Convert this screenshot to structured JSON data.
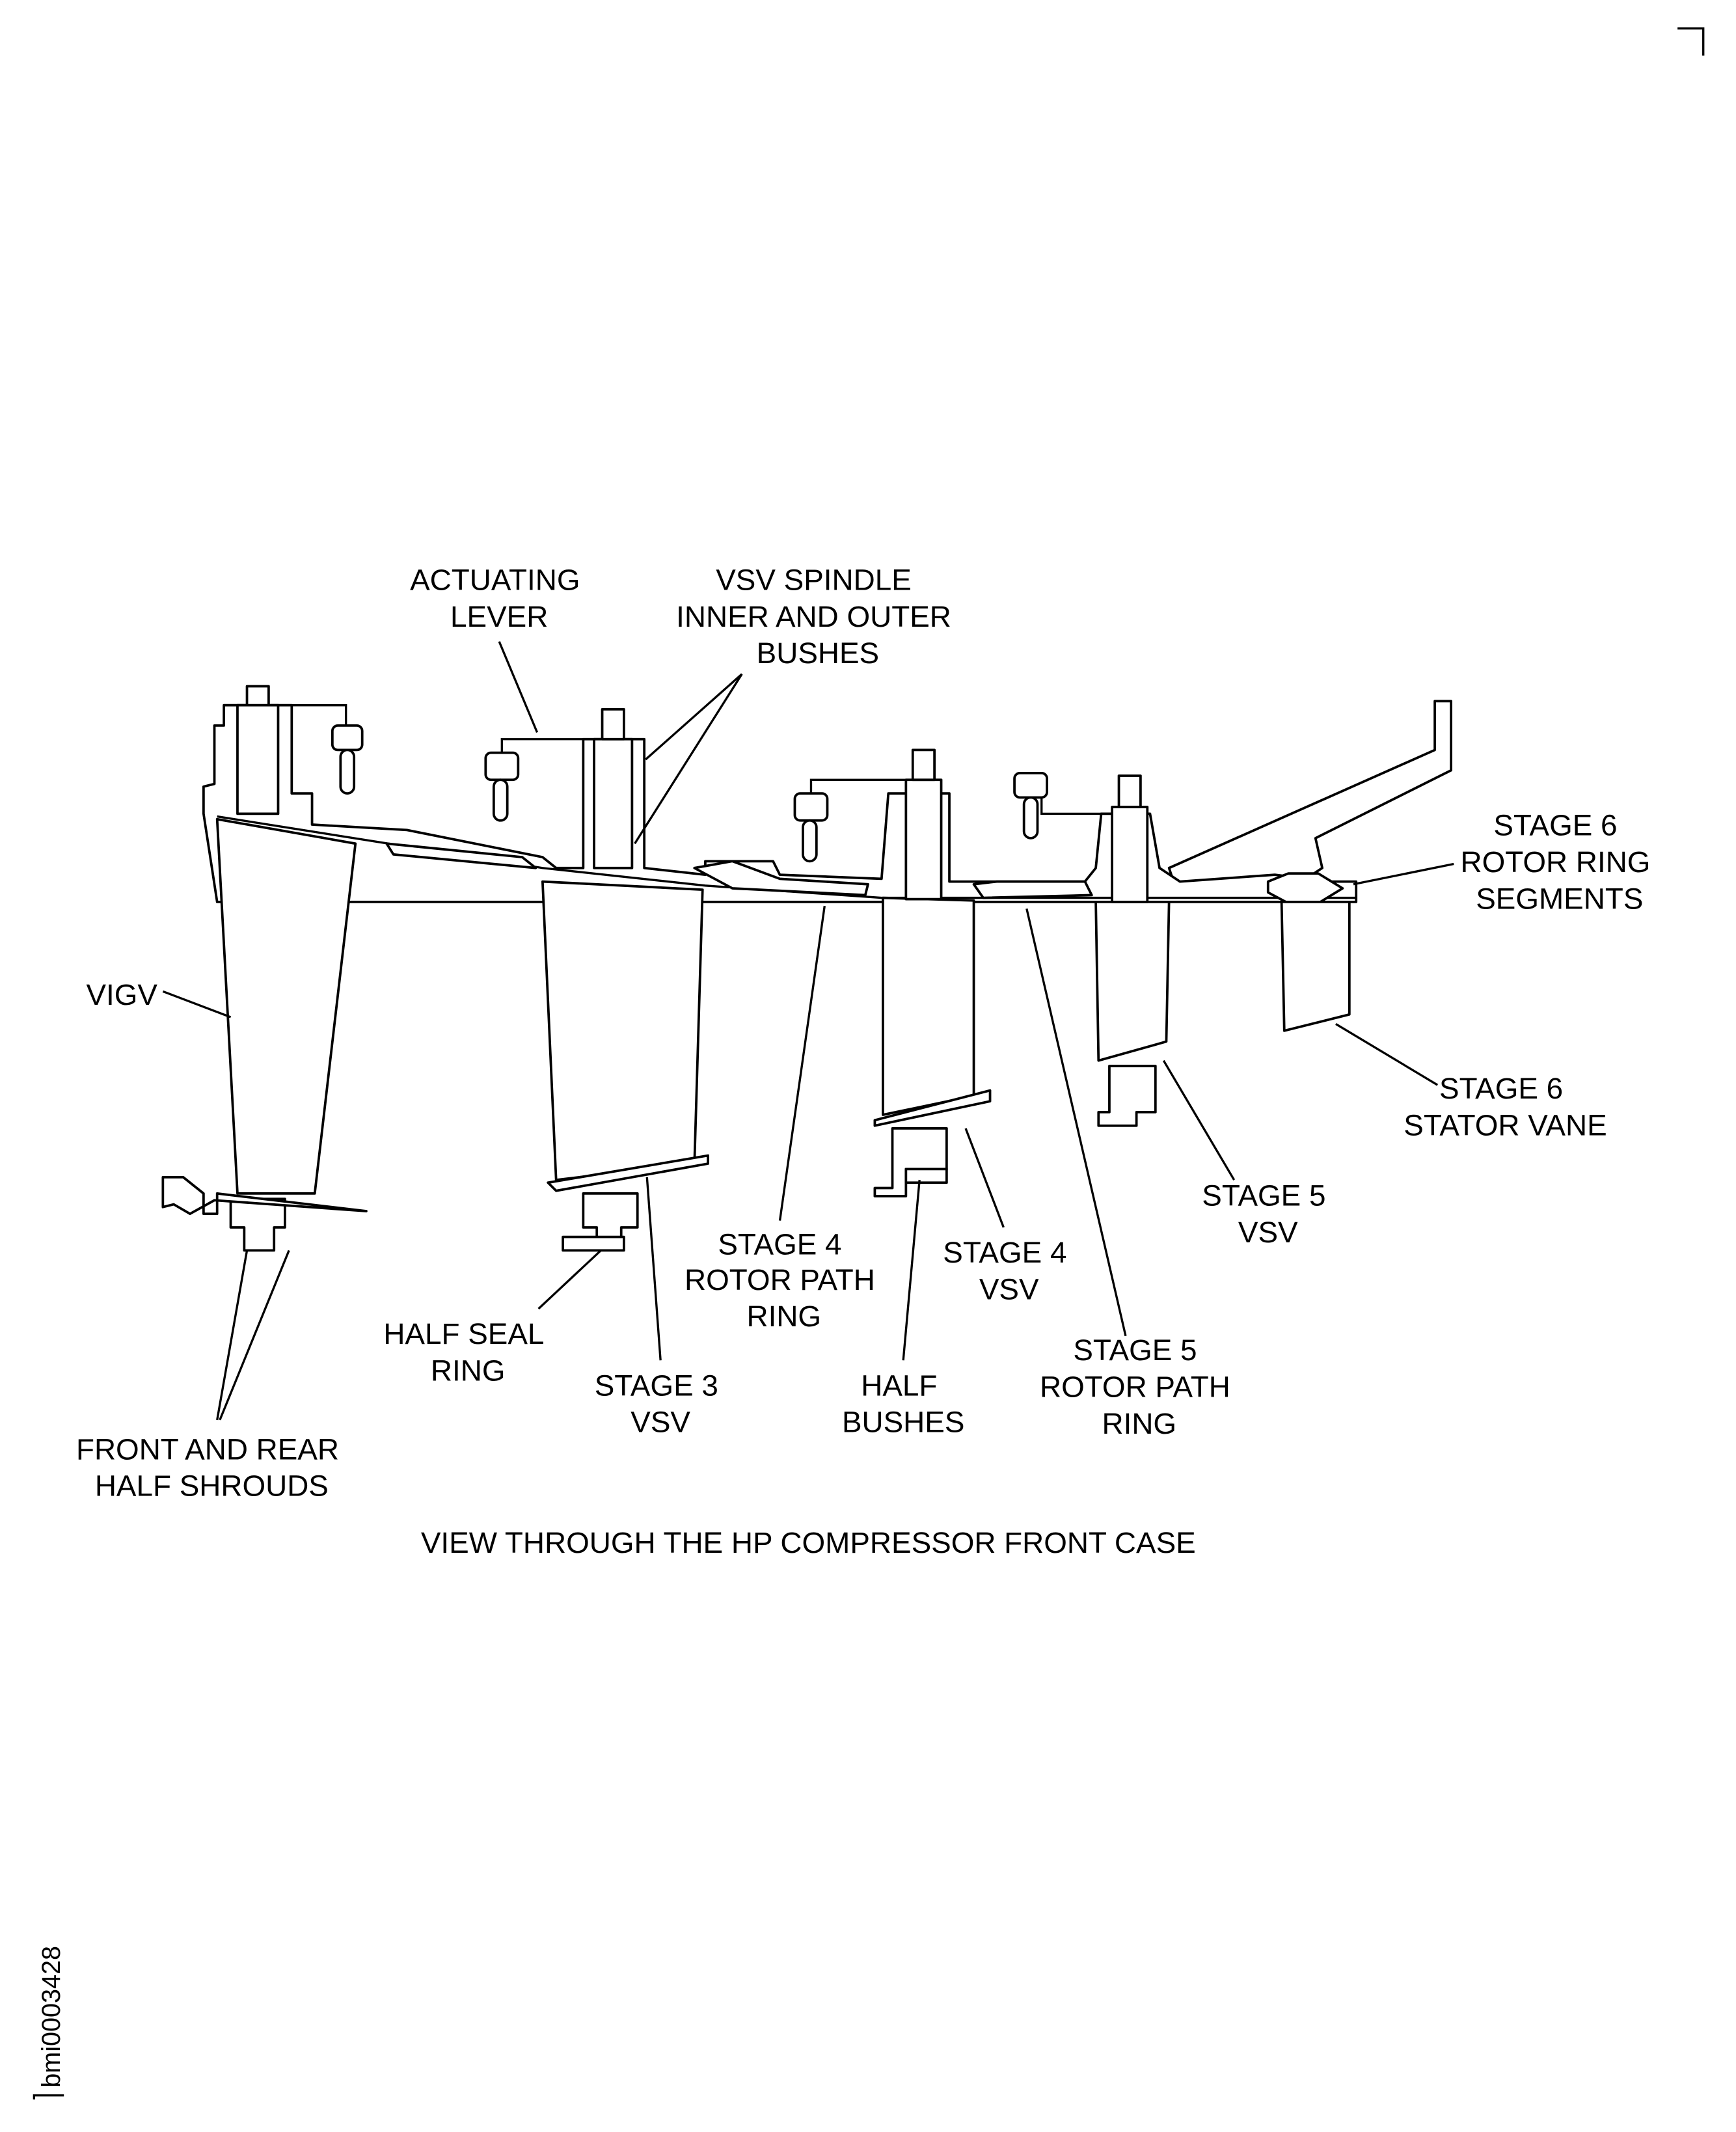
{
  "diagram": {
    "caption": "VIEW THROUGH THE HP COMPRESSOR FRONT CASE",
    "figure_id": "bmi0003428",
    "labels": {
      "actuating_lever": [
        "ACTUATING",
        "LEVER"
      ],
      "vsv_spindle_bushes": [
        "VSV SPINDLE",
        "INNER AND OUTER",
        "BUSHES"
      ],
      "stage6_rotor_ring_segments": [
        "STAGE 6",
        "ROTOR RING",
        "SEGMENTS"
      ],
      "vigv": [
        "VIGV"
      ],
      "stage6_stator_vane": [
        "STAGE 6",
        "STATOR VANE"
      ],
      "stage5_vsv": [
        "STAGE 5",
        "VSV"
      ],
      "stage4_vsv": [
        "STAGE 4",
        "VSV"
      ],
      "stage4_rotor_path_ring": [
        "STAGE 4",
        "ROTOR PATH",
        "RING"
      ],
      "stage5_rotor_path_ring": [
        "STAGE 5",
        "ROTOR PATH",
        "RING"
      ],
      "half_seal_ring": [
        "HALF SEAL",
        "RING"
      ],
      "stage3_vsv": [
        "STAGE 3",
        "VSV"
      ],
      "half_bushes": [
        "HALF",
        "BUSHES"
      ],
      "front_rear_half_shrouds": [
        "FRONT AND REAR",
        "HALF SHROUDS"
      ]
    }
  }
}
